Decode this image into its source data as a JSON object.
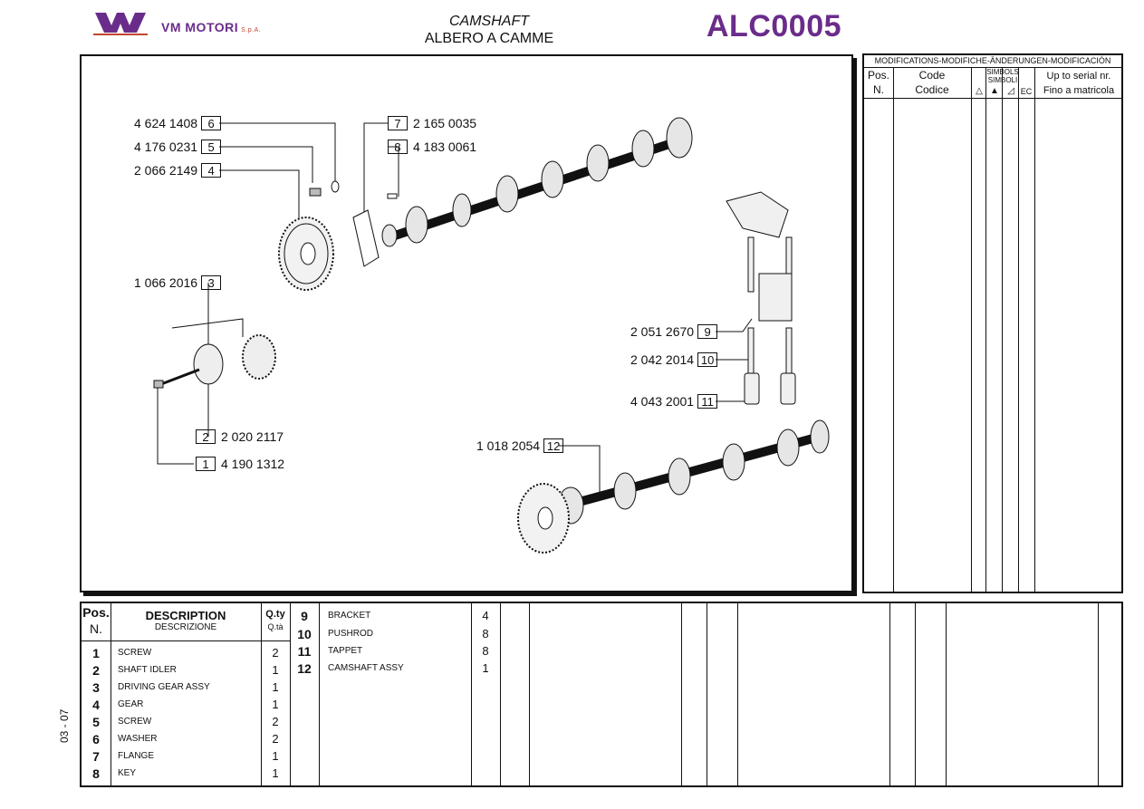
{
  "header": {
    "brand": "VM MOTORI",
    "brand_suffix": "S.p.A.",
    "title_en": "CAMSHAFT",
    "title_it": "ALBERO A CAMME",
    "table_code": "ALC0005"
  },
  "callouts": [
    {
      "pos": "6",
      "code": "4 624 1408"
    },
    {
      "pos": "5",
      "code": "4 176 0231"
    },
    {
      "pos": "4",
      "code": "2 066 2149"
    },
    {
      "pos": "7",
      "code": "2 165 0035"
    },
    {
      "pos": "8",
      "code": "4 183 0061"
    },
    {
      "pos": "3",
      "code": "1 066 2016"
    },
    {
      "pos": "9",
      "code": "2 051 2670"
    },
    {
      "pos": "10",
      "code": "2 042 2014"
    },
    {
      "pos": "11",
      "code": "4 043 2001"
    },
    {
      "pos": "2",
      "code": "2 020 2117"
    },
    {
      "pos": "1",
      "code": "4 190 1312"
    },
    {
      "pos": "12",
      "code": "1 018 2054"
    }
  ],
  "modifications": {
    "heading": "MODIFICATIONS-MODIFICHE-ÄNDERUNGEN-MODIFICACIÓN",
    "pos_label": "Pos.",
    "n_label": "N.",
    "code_label": "Code",
    "codice_label": "Codice",
    "simbols": "SIMBOLS",
    "simboli": "SIMBOLI",
    "sym_1": "△",
    "sym_2": "▲",
    "sym_3": "◿",
    "sym_4": "EC",
    "serial_label": "Up to serial nr.",
    "matricola_label": "Fino a matricola"
  },
  "parts_table": {
    "pos_label": "Pos.",
    "n_label": "N.",
    "description_label": "DESCRIPTION",
    "descrizione_label": "DESCRIZIONE",
    "qty_label": "Q.ty",
    "qta_label": "Q.tà",
    "rows": [
      {
        "pos": "1",
        "desc": "SCREW",
        "qty": "2"
      },
      {
        "pos": "2",
        "desc": "SHAFT IDLER",
        "qty": "1"
      },
      {
        "pos": "3",
        "desc": "DRIVING GEAR ASSY",
        "qty": "1"
      },
      {
        "pos": "4",
        "desc": "GEAR",
        "qty": "1"
      },
      {
        "pos": "5",
        "desc": "SCREW",
        "qty": "2"
      },
      {
        "pos": "6",
        "desc": "WASHER",
        "qty": "2"
      },
      {
        "pos": "7",
        "desc": "FLANGE",
        "qty": "1"
      },
      {
        "pos": "8",
        "desc": "KEY",
        "qty": "1"
      },
      {
        "pos": "9",
        "desc": "BRACKET",
        "qty": "4"
      },
      {
        "pos": "10",
        "desc": "PUSHROD",
        "qty": "8"
      },
      {
        "pos": "11",
        "desc": "TAPPET",
        "qty": "8"
      },
      {
        "pos": "12",
        "desc": "CAMSHAFT ASSY",
        "qty": "1"
      }
    ]
  },
  "footer": {
    "date": "03 - 07"
  }
}
